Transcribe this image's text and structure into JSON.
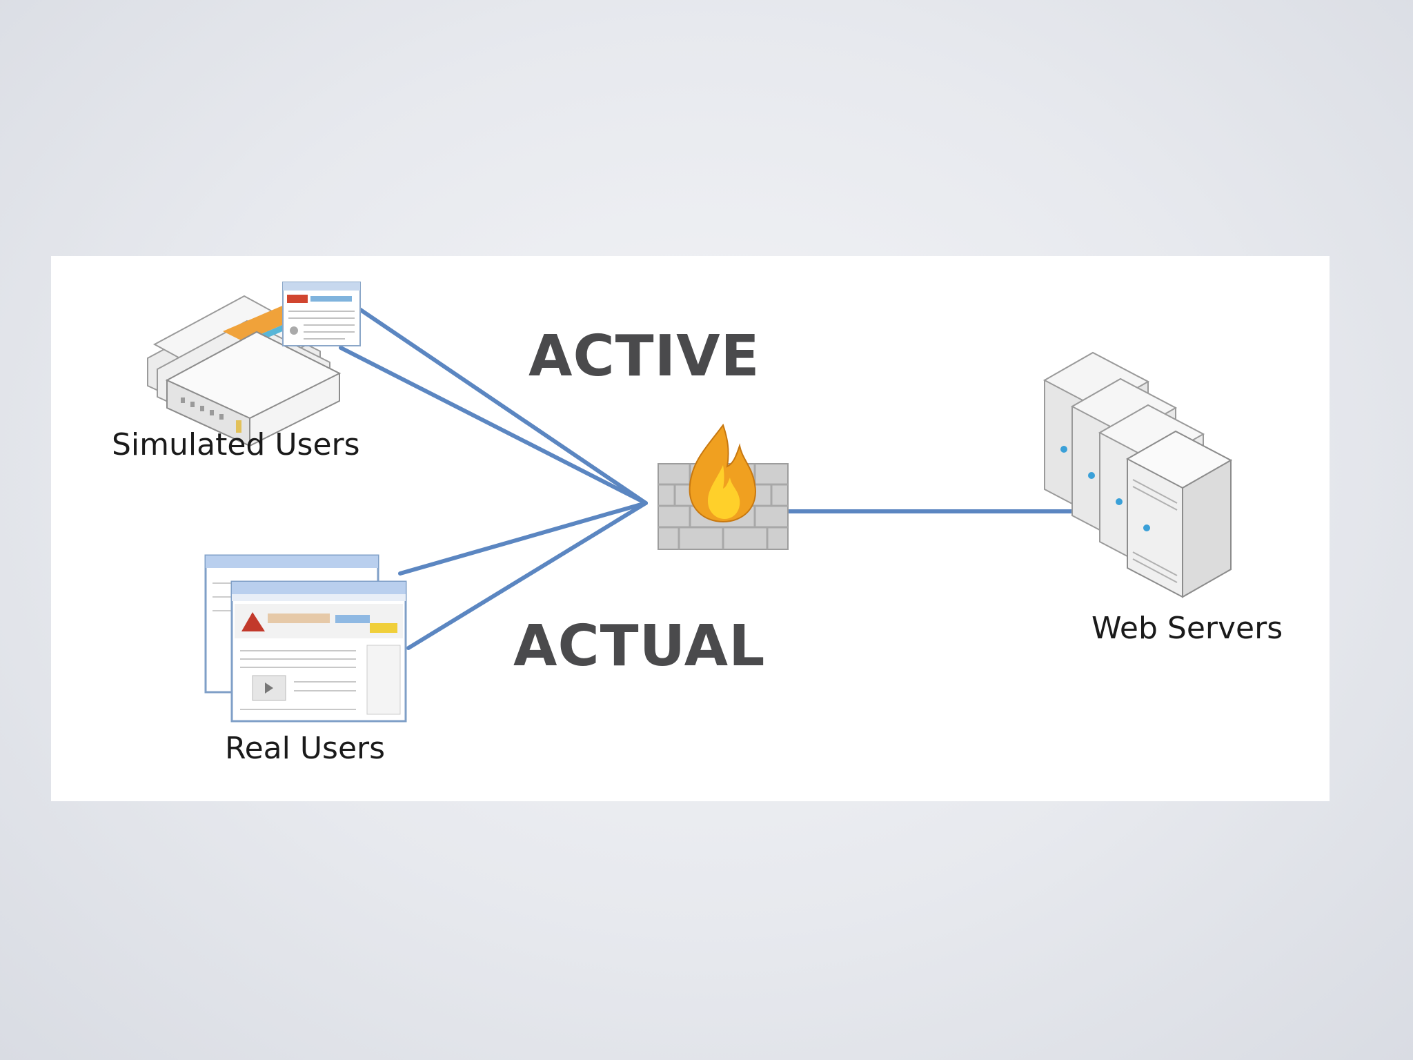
{
  "labels": {
    "simulated_users": "Simulated Users",
    "real_users": "Real Users",
    "web_servers": "Web Servers",
    "active": "ACTIVE",
    "actual": "ACTUAL"
  },
  "colors": {
    "link": "#5b86c1",
    "label_text": "#4a4a4c",
    "flame_outer": "#f0a020",
    "flame_inner": "#ffd02a",
    "wall": "#c9c9c9"
  }
}
